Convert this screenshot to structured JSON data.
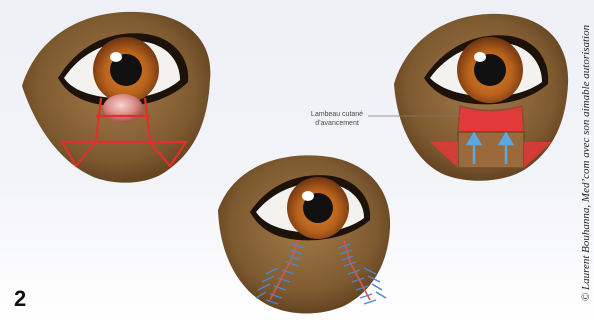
{
  "figure": {
    "number": "2",
    "credit": "© Laurent Bouhanna, Med’com avec son aimable autorisation",
    "annotation": "Lambeau cutané\nd’avancement"
  },
  "colors": {
    "fur": "#8a6438",
    "fur_dark": "#5e3e1e",
    "iris": "#b8621c",
    "pupil": "#111111",
    "incision": "#e0302c",
    "flap": "#e23a38",
    "arrow": "#5aa8df",
    "suture": "#4f86c6"
  }
}
